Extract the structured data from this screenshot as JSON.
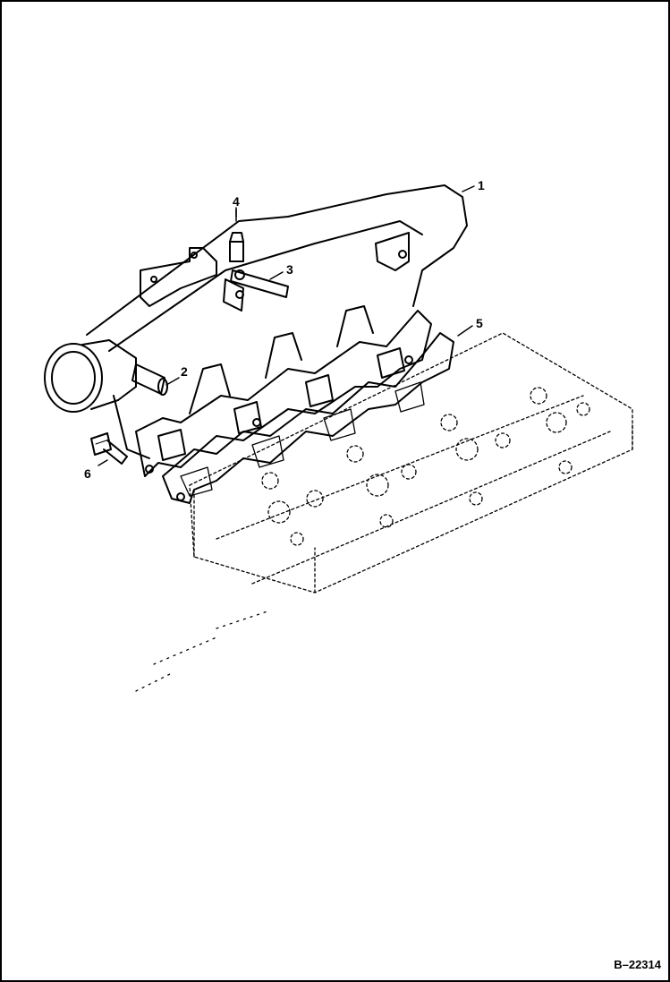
{
  "callouts": {
    "c1": "1",
    "c2": "2",
    "c3": "3",
    "c4": "4",
    "c5": "5",
    "c6": "6"
  },
  "figure_ref": "B–22314",
  "colors": {
    "line": "#000000",
    "background": "#ffffff"
  }
}
